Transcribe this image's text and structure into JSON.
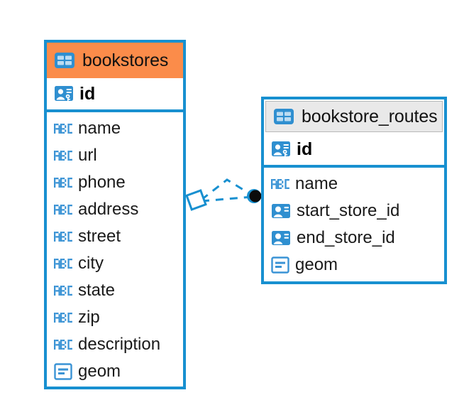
{
  "diagram": {
    "type": "er-diagram",
    "background": "#ffffff",
    "accent_color": "#1890d0",
    "selected_header_color": "#fb8c4a",
    "unselected_header_color": "#e9e9e9",
    "tables": [
      {
        "name": "bookstores",
        "selected": true,
        "table_icon": "table-icon",
        "primary_key": {
          "name": "id",
          "icon": "primary-key-icon"
        },
        "fields": [
          {
            "name": "name",
            "icon": "text-type-icon"
          },
          {
            "name": "url",
            "icon": "text-type-icon"
          },
          {
            "name": "phone",
            "icon": "text-type-icon"
          },
          {
            "name": "address",
            "icon": "text-type-icon"
          },
          {
            "name": "street",
            "icon": "text-type-icon"
          },
          {
            "name": "city",
            "icon": "text-type-icon"
          },
          {
            "name": "state",
            "icon": "text-type-icon"
          },
          {
            "name": "zip",
            "icon": "text-type-icon"
          },
          {
            "name": "description",
            "icon": "text-type-icon"
          },
          {
            "name": "geom",
            "icon": "geometry-type-icon"
          }
        ]
      },
      {
        "name": "bookstore_routes",
        "selected": false,
        "table_icon": "table-icon",
        "primary_key": {
          "name": "id",
          "icon": "primary-key-icon"
        },
        "fields": [
          {
            "name": "name",
            "icon": "text-type-icon"
          },
          {
            "name": "start_store_id",
            "icon": "foreign-key-icon"
          },
          {
            "name": "end_store_id",
            "icon": "foreign-key-icon"
          },
          {
            "name": "geom",
            "icon": "geometry-type-icon"
          }
        ]
      }
    ],
    "relationship": {
      "style": "dashed",
      "color": "#1890d0",
      "source_endpoint": "diamond-handle",
      "target_endpoint": "filled-circle-handle"
    }
  }
}
